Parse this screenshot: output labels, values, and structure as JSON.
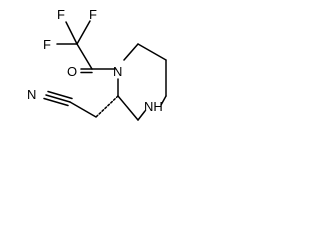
{
  "molecule": {
    "atoms": {
      "f_top_left": "F",
      "f_top_right": "F",
      "f_mid": "F",
      "oxygen": "O",
      "ring_n_acyl": "N",
      "ring_nh": "NH",
      "nitrile_n": "N"
    }
  }
}
